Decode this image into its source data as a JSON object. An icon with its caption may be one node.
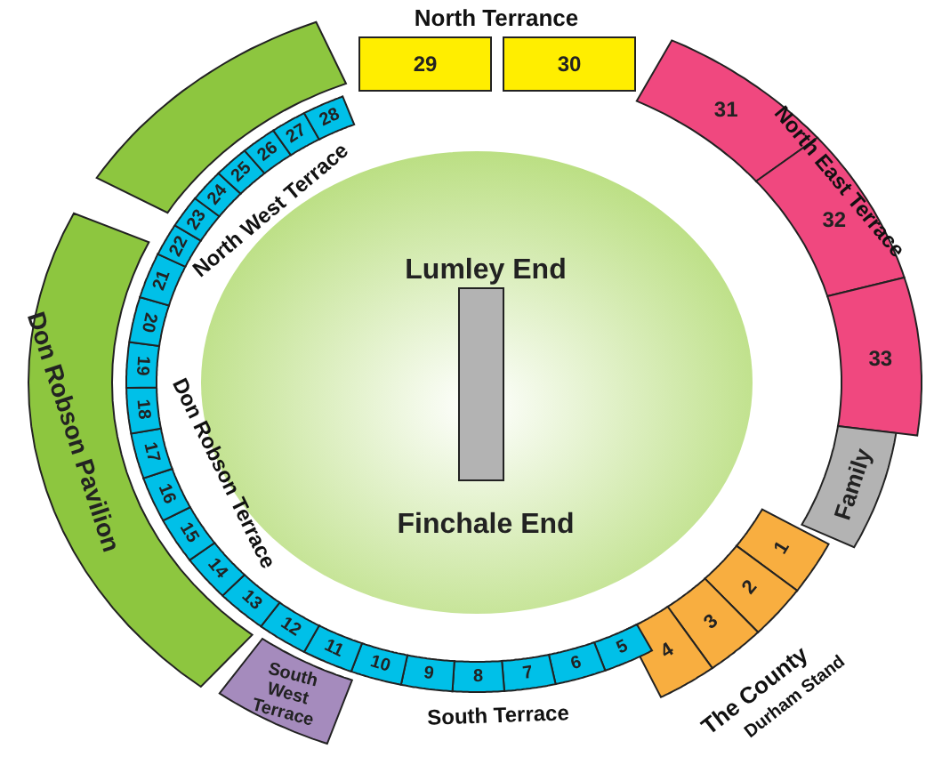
{
  "diagram": {
    "nodes": [
      {
        "text": [],
        "shape": "box"
      },
      {
        "text": [
          "Don Robson Pavilion"
        ]
      },
      {
        "text": [
          "29"
        ]
      },
      {
        "text": [
          "30"
        ]
      },
      {
        "text": [
          "31"
        ]
      },
      {
        "text": [
          "32"
        ]
      },
      {
        "text": [
          "33"
        ]
      },
      {
        "text": [
          "Family"
        ]
      },
      {
        "text": [
          "1"
        ]
      },
      {
        "text": [
          "2"
        ]
      },
      {
        "text": [
          "3"
        ]
      },
      {
        "text": [
          "4"
        ]
      },
      {
        "text": [
          "5"
        ]
      },
      {
        "text": [
          "6"
        ]
      },
      {
        "text": [
          "7"
        ]
      },
      {
        "text": [
          "8"
        ]
      },
      {
        "text": [
          "9"
        ]
      },
      {
        "text": [
          "10"
        ]
      },
      {
        "text": [
          "11"
        ]
      },
      {
        "text": [
          "12"
        ]
      },
      {
        "text": [
          "13"
        ]
      },
      {
        "text": [
          "14"
        ]
      },
      {
        "text": [
          "15"
        ]
      },
      {
        "text": [
          "16"
        ]
      },
      {
        "text": [
          "17"
        ]
      },
      {
        "text": [
          "18"
        ]
      },
      {
        "text": [
          "19"
        ]
      },
      {
        "text": [
          "20"
        ]
      },
      {
        "text": [
          "21"
        ]
      },
      {
        "text": [
          "22"
        ]
      },
      {
        "text": [
          "23"
        ]
      },
      {
        "text": [
          "24"
        ]
      },
      {
        "text": [
          "25"
        ]
      },
      {
        "text": [
          "26"
        ]
      },
      {
        "text": [
          "27"
        ]
      },
      {
        "text": [
          "28"
        ]
      },
      {
        "text": [
          "South West Terrace"
        ]
      },
      {
        "text": [
          "Lumley End",
          "Finchale End"
        ]
      },
      {
        "text": [],
        "shape": "box",
        "in": 37
      }
    ],
    "labels": [
      "North Terrance",
      "North West Terrace",
      "Don Robson Terrace",
      "South Terrace",
      "North East Terrace",
      "The County",
      "Durham Stand"
    ]
  }
}
